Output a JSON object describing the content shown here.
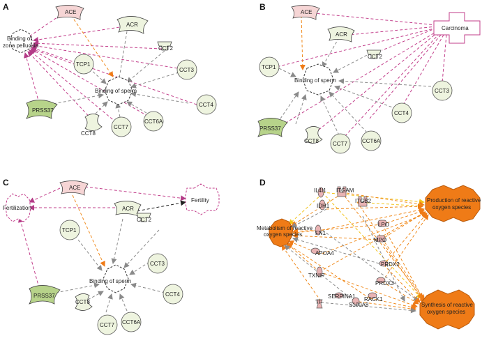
{
  "panels": {
    "A": {
      "letter": "A",
      "nodes": {
        "ace": "ACE",
        "acr": "ACR",
        "cct2": "CCT2",
        "tcp1": "TCP1",
        "cct3": "CCT3",
        "cct4": "CCT4",
        "prss37": "PRSS37",
        "cct8": "CCT8",
        "cct7": "CCT7",
        "cct6a": "CCT6A",
        "zona_1": "Binding of",
        "zona_2": "zona pellucida",
        "sperm": "Binding of sperm"
      }
    },
    "B": {
      "letter": "B",
      "nodes": {
        "ace": "ACE",
        "acr": "ACR",
        "cct2": "CCT2",
        "tcp1": "TCP1",
        "cct3": "CCT3",
        "cct4": "CCT4",
        "prss37": "PRSS37",
        "cct8": "CCT8",
        "cct7": "CCT7",
        "cct6a": "CCT6A",
        "carcinoma": "Carcinoma",
        "sperm": "Binding of sperm"
      }
    },
    "C": {
      "letter": "C",
      "nodes": {
        "ace": "ACE",
        "acr": "ACR",
        "cct2": "CCT2",
        "tcp1": "TCP1",
        "cct3": "CCT3",
        "cct4": "CCT4",
        "prss37": "PRSS37",
        "cct8": "CCT8",
        "cct7": "CCT7",
        "cct6a": "CCT6A",
        "fertilization": "Fertilization",
        "fertility": "Fertility",
        "sperm": "Binding of sperm"
      }
    },
    "D": {
      "letter": "D",
      "nodes": {
        "il4i1": "IL4I1",
        "itgam": "ITGAM",
        "idh1": "IDH1",
        "itgb2": "ITGB2",
        "fn1": "FN1",
        "lpo": "LPO",
        "mpo": "MPO",
        "apoa4": "APOA4",
        "prdx2": "PRDX2",
        "prdx3": "PRDX3",
        "txnip": "TXNIP",
        "serpina1": "SERPINA1",
        "rack1": "RACK1",
        "s100a8": "S100A8",
        "tf": "TF",
        "metab_1": "Metabolism of reactive",
        "metab_2": "oxygen species",
        "prod_1": "Production of reactive",
        "prod_2": "oxygen species",
        "synth_1": "Synthesis of reactive",
        "synth_2": "oxygen species"
      }
    }
  },
  "colors": {
    "pink_node": "#f6d5d5",
    "pale_green": "#eef4df",
    "green": "#b7d38a",
    "magenta_edge": "#c23d8a",
    "orange_edge": "#f08a1c",
    "gray_edge": "#8a8a8a",
    "orange_fill": "#ef7b17",
    "yellow_edge": "#f2c318",
    "pink_protein": "#e9b3b3"
  }
}
